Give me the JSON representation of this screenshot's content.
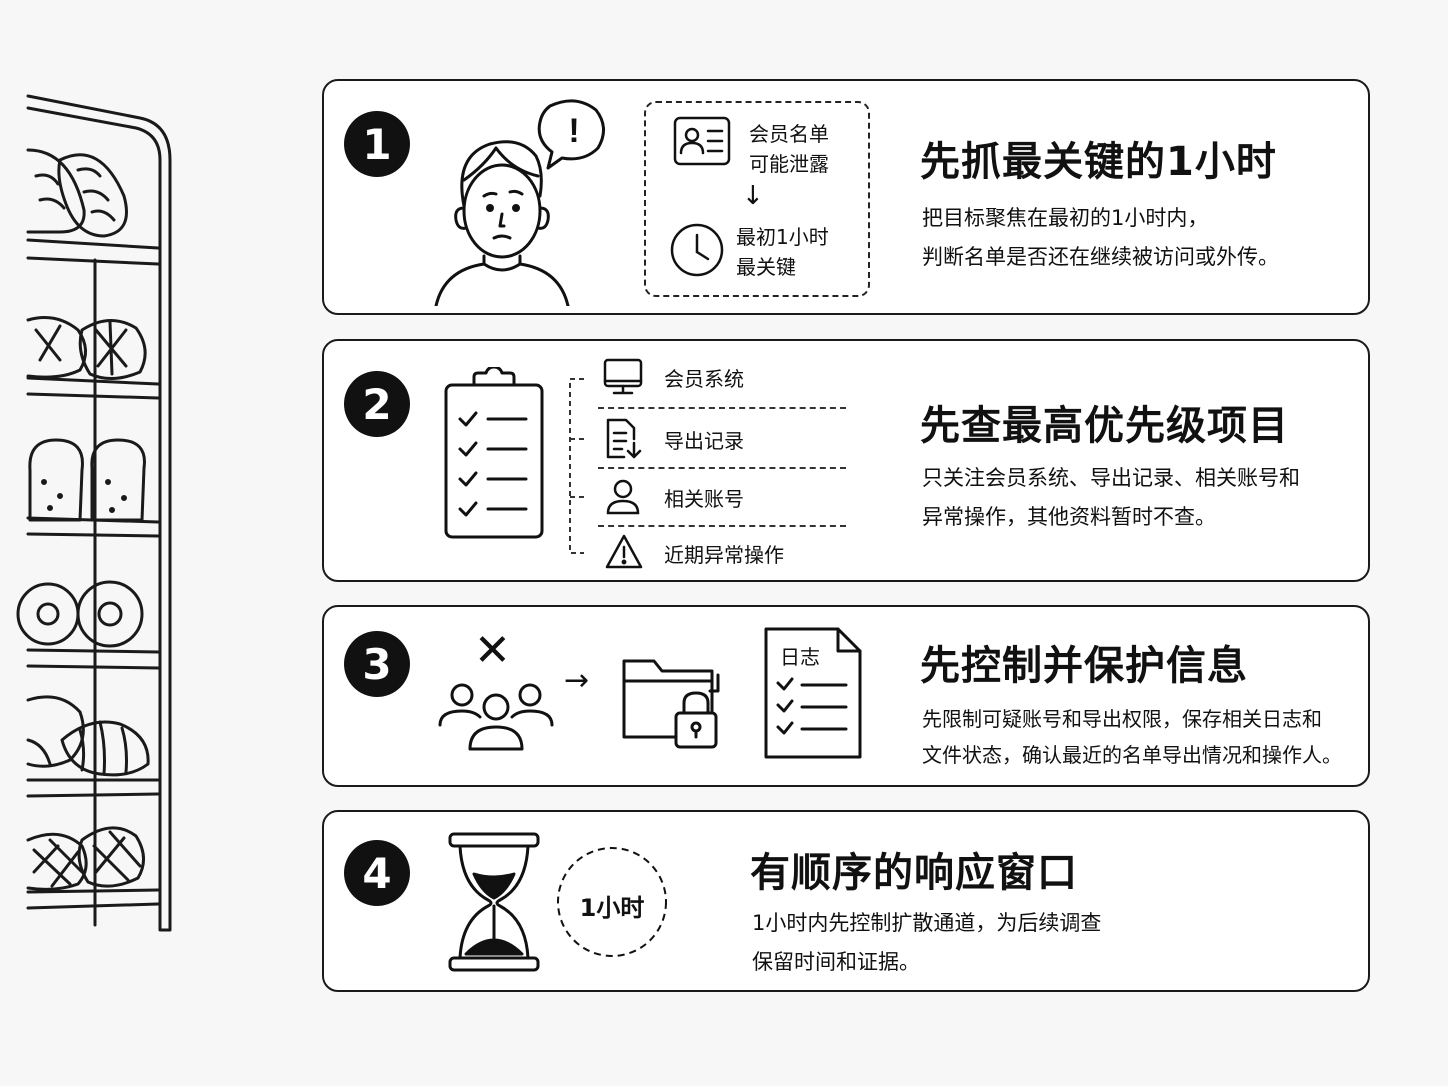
{
  "steps": [
    {
      "number": "1",
      "title": "先抓最关键的1小时",
      "desc": [
        "把目标聚焦在最初的1小时内，",
        "判断名单是否还在继续被访问或外传。"
      ],
      "box_top": [
        "会员名单",
        "可能泄露"
      ],
      "arrow": "↓",
      "box_bottom": [
        "最初1小时",
        "最关键"
      ],
      "speech_icon": "!"
    },
    {
      "number": "2",
      "title": "先查最高优先级项目",
      "desc": [
        "只关注会员系统、导出记录、相关账号和",
        "异常操作，其他资料暂时不查。"
      ],
      "items": [
        "会员系统",
        "导出记录",
        "相关账号",
        "近期异常操作"
      ]
    },
    {
      "number": "3",
      "title": "先控制并保护信息",
      "desc": [
        "先限制可疑账号和导出权限，保存相关日志和",
        "文件状态，确认最近的名单导出情况和操作人。"
      ],
      "doc_label": "日志",
      "cross": "✕",
      "arrow": "→"
    },
    {
      "number": "4",
      "title": "有顺序的响应窗口",
      "desc": [
        "1小时内先控制扩散通道，为后续调查",
        "保留时间和证据。"
      ],
      "badge": "1小时"
    }
  ],
  "colors": {
    "ink": "#111111",
    "card_bg": "#ffffff",
    "page_bg": "#f7f7f7"
  }
}
